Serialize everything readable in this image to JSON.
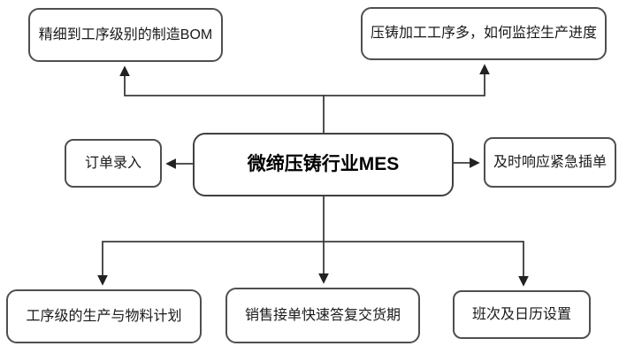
{
  "diagram": {
    "center_node": {
      "label": "微缔压铸行业MES"
    },
    "nodes": {
      "top_left": {
        "label": "精细到工序级别的制造BOM"
      },
      "top_right": {
        "label": "压铸加工工序多，如何监控生产进度"
      },
      "left": {
        "label": "订单录入"
      },
      "right": {
        "label": "及时响应紧急插单"
      },
      "bottom_left": {
        "label": "工序级的生产与物料计划"
      },
      "bottom_center": {
        "label": "销售接单快速答复交货期"
      },
      "bottom_right": {
        "label": "班次及日历设置"
      }
    },
    "colors": {
      "box_border": "#4f4f4f",
      "center_box_border": "#404040",
      "connector": "#3b3b3b",
      "text": "#1a1a1a",
      "background": "#ffffff"
    }
  }
}
